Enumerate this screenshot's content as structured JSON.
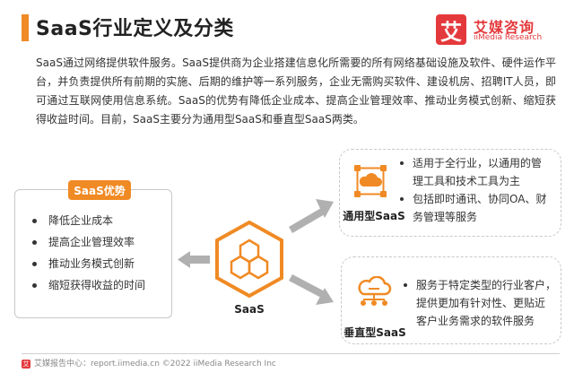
{
  "header": {
    "title": "SaaS行业定义及分类",
    "logo_mark": "艾",
    "logo_cn": "艾媒咨询",
    "logo_en": "iiMedia Research"
  },
  "intro": "SaaS通过网络提供软件服务。SaaS提供商为企业搭建信息化所需要的所有网络基础设施及软件、硬件运作平台，并负责提供所有前期的实施、后期的维护等一系列服务，企业无需购买软件、建设机房、招聘IT人员，即可通过互联网使用信息系统。SaaS的优势有降低企业成本、提高企业管理效率、推动业务模式创新、缩短获得收益时间。目前，SaaS主要分为通用型SaaS和垂直型SaaS两类。",
  "advantages": {
    "tag": "SaaS优势",
    "items": [
      "降低企业成本",
      "提高企业管理效率",
      "推动业务模式创新",
      "缩短获得收益的时间"
    ]
  },
  "center": {
    "label": "SaaS"
  },
  "types": [
    {
      "label": "通用型SaaS",
      "icon": "cloud-network-icon",
      "lines": [
        [
          "适用于全行业，以通用的管",
          "理工具和技术工具为主"
        ],
        [
          "包括即时通讯、协同OA、财",
          "务管理等服务"
        ]
      ]
    },
    {
      "label": "垂直型SaaS",
      "icon": "cloud-server-icon",
      "lines": [
        [
          "服务于特定类型的行业客户，",
          "提供更加有针对性、更贴近",
          "客户业务需求的软件服务"
        ]
      ]
    }
  ],
  "footer": {
    "logo_mark": "艾",
    "text": "艾媒报告中心：report.iimedia.cn  ©2022 iiMedia Research Inc"
  },
  "colors": {
    "accent": "#f08a24",
    "brand": "#e4393c",
    "arrow": "#b0b0b0"
  }
}
